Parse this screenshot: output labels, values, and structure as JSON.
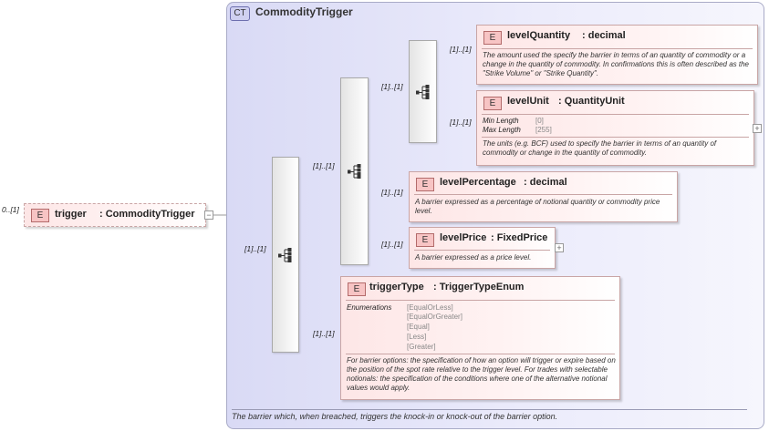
{
  "root": {
    "cardinality": "0..[1]",
    "badge": "E",
    "name": "trigger",
    "type": ": CommodityTrigger",
    "toggle": "−"
  },
  "complex_type": {
    "badge": "CT",
    "name": "CommodityTrigger",
    "documentation": "The barrier which, when breached, triggers the knock-in or knock-out of the barrier option."
  },
  "cardinalities": {
    "outer_sequence": "[1]..[1]",
    "choice_group": "[1]..[1]",
    "inner_sequence": "[1]..[1]",
    "level_quantity": "[1]..[1]",
    "level_unit": "[1]..[1]",
    "level_percentage": "[1]..[1]",
    "level_price": "[1]..[1]",
    "trigger_type": "[1]..[1]"
  },
  "elements": {
    "level_quantity": {
      "badge": "E",
      "name": "levelQuantity",
      "type": ": decimal",
      "doc": "The amount used the specify the barrier in terms of an quantity of commodity or a change in the quantity of commodity. In confirmations this is often described as the \"Strike Volume\" or \"Strike Quantity\"."
    },
    "level_unit": {
      "badge": "E",
      "name": "levelUnit",
      "type": ": QuantityUnit",
      "min_length_label": "Min Length",
      "min_length_value": "[0]",
      "max_length_label": "Max Length",
      "max_length_value": "[255]",
      "doc": "The units (e.g. BCF) used to specify the barrier in terms of an quantity of commodity or change in the quantity of commodity.",
      "toggle": "+"
    },
    "level_percentage": {
      "badge": "E",
      "name": "levelPercentage",
      "type": ": decimal",
      "doc": "A barrier expressed as a percentage of notional quantity or commodity price level."
    },
    "level_price": {
      "badge": "E",
      "name": "levelPrice",
      "type": ": FixedPrice",
      "doc": "A barrier expressed as a price level.",
      "toggle": "+"
    },
    "trigger_type": {
      "badge": "E",
      "name": "triggerType",
      "type": ": TriggerTypeEnum",
      "enum_label": "Enumerations",
      "enumerations": [
        "[EqualOrLess]",
        "[EqualOrGreater]",
        "[Equal]",
        "[Less]",
        "[Greater]"
      ],
      "doc": "For barrier options: the specification of how an option will trigger or expire based on the position of the spot rate relative to the trigger level. For trades with selectable notionals: the specification of the conditions where one of the alternative notional values would apply."
    }
  }
}
